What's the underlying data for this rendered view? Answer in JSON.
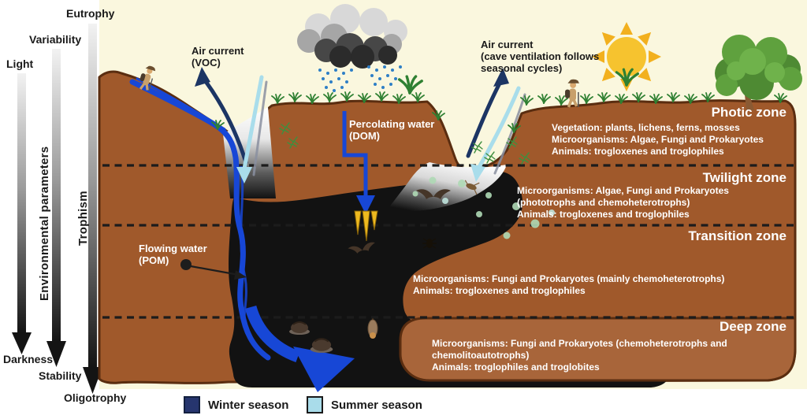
{
  "figure": {
    "axes": {
      "env_label": "Environmental parameters",
      "troph_label": "Trophism",
      "gradients": [
        {
          "top": "Light",
          "bottom": "Darkness"
        },
        {
          "top": "Variability",
          "bottom": "Stability"
        },
        {
          "top": "Eutrophy",
          "bottom": "Oligotrophy"
        }
      ]
    },
    "annotations": {
      "air_voc": "Air current\n(VOC)",
      "air_seasonal": "Air current\n(cave ventilation follows\nseasonal cycles)",
      "percolating": "Percolating water\n(DOM)",
      "flowing": "Flowing water\n(POM)"
    },
    "zones": [
      {
        "title": "Photic zone",
        "desc": "Vegetation: plants, lichens, ferns, mosses\nMicroorganisms: Algae, Fungi and Prokaryotes\nAnimals: trogloxenes and troglophiles"
      },
      {
        "title": "Twilight zone",
        "desc": "Microorganisms: Algae, Fungi and Prokaryotes\n(phototrophs and chemoheterotrophs)\nAnimals: trogloxenes and troglophiles"
      },
      {
        "title": "Transition zone",
        "desc": "Microorganisms: Fungi and Prokaryotes (mainly chemoheterotrophs)\nAnimals: trogloxenes and troglophiles"
      },
      {
        "title": "Deep zone",
        "desc": "Microorganisms: Fungi and Prokaryotes (chemoheterotrophs and\nchemolitoautotrophs)\nAnimals: troglophiles and troglobites"
      }
    ],
    "legend": [
      {
        "label": "Winter season",
        "color": "#26356E"
      },
      {
        "label": "Summer season",
        "color": "#A9DCEA"
      }
    ],
    "colors": {
      "winter_arrow": "#1C3564",
      "summer_arrow": "#A9DDEB",
      "rock": "#A0592B",
      "cave": "#121212",
      "water": "#1747D6",
      "sky": "#FAF7DE"
    }
  }
}
